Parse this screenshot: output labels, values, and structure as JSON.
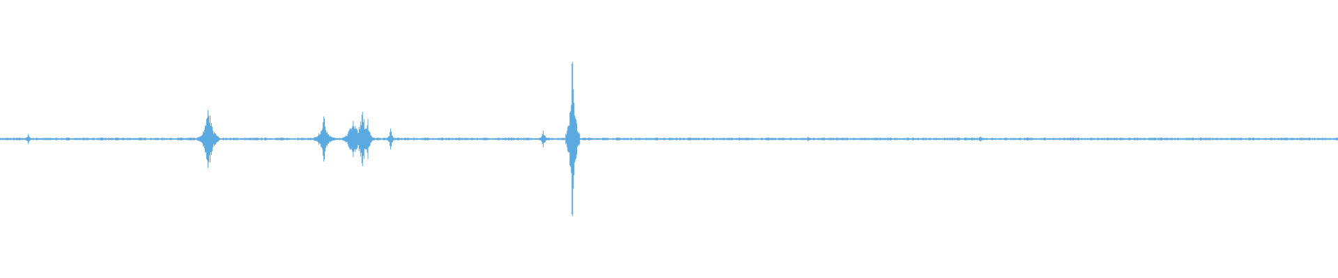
{
  "waveform": {
    "color": "#5aa9e0",
    "background": "#ffffff",
    "channel": "mono",
    "events": [
      {
        "name": "baseline-start-cluster",
        "pos": 0.021,
        "amp": 0.02
      },
      {
        "name": "transient-1",
        "pos": 0.156,
        "amp": 0.13
      },
      {
        "name": "transient-2",
        "pos": 0.242,
        "amp": 0.09
      },
      {
        "name": "cluster-a",
        "pos": 0.264,
        "amp": 0.1
      },
      {
        "name": "cluster-b",
        "pos": 0.271,
        "amp": 0.12
      },
      {
        "name": "cluster-c",
        "pos": 0.275,
        "amp": 0.08
      },
      {
        "name": "cluster-tail",
        "pos": 0.292,
        "amp": 0.04
      },
      {
        "name": "small-blip",
        "pos": 0.406,
        "amp": 0.03
      },
      {
        "name": "spike-peak",
        "pos": 0.428,
        "amp": 0.4
      },
      {
        "name": "late-blip-1",
        "pos": 0.604,
        "amp": 0.01
      },
      {
        "name": "late-blip-2",
        "pos": 0.733,
        "amp": 0.015
      }
    ]
  }
}
